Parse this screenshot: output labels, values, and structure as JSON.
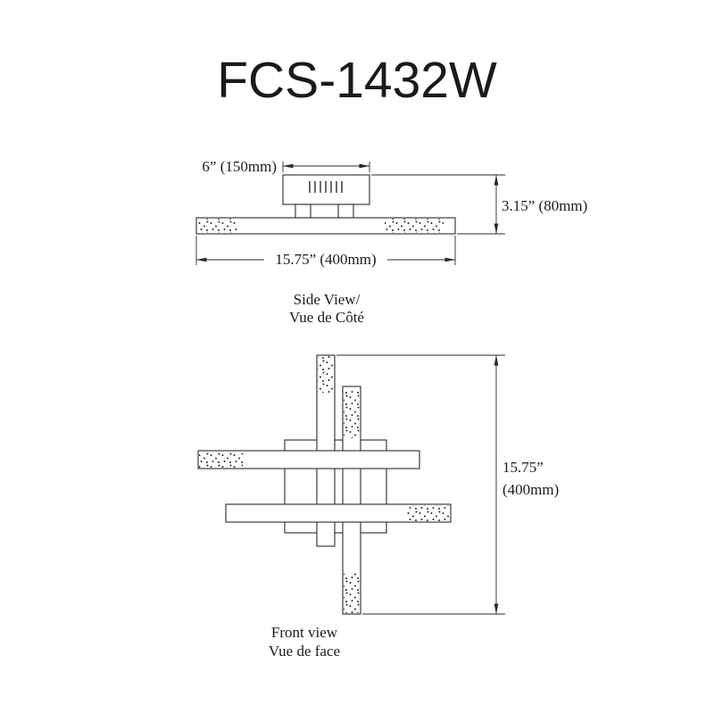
{
  "title": "FCS-1432W",
  "colors": {
    "line": "#2a2a2a",
    "text": "#1c1c1c",
    "background": "#ffffff"
  },
  "side_view": {
    "label_en": "Side View/",
    "label_fr": "Vue de Côté",
    "dimensions": {
      "canopy_width": "6” (150mm)",
      "height": "3.15” (80mm)",
      "total_width": "15.75” (400mm)"
    }
  },
  "front_view": {
    "label_en": "Front view",
    "label_fr": "Vue de face",
    "dimensions": {
      "height_imperial": "15.75”",
      "height_metric": "(400mm)"
    }
  }
}
